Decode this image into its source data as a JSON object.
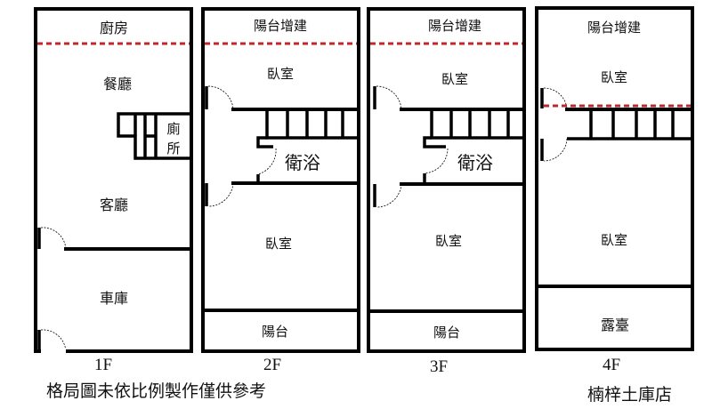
{
  "floors": [
    {
      "label": "1F",
      "rooms": {
        "kitchen": "廚房",
        "dining": "餐廳",
        "toilet_1": "廁",
        "toilet_2": "所",
        "living": "客廳",
        "garage": "車庫"
      }
    },
    {
      "label": "2F",
      "rooms": {
        "balcony_ext": "陽台增建",
        "bedroom_front": "臥室",
        "bath": "衛浴",
        "bedroom_back": "臥室",
        "balcony": "陽台"
      }
    },
    {
      "label": "3F",
      "rooms": {
        "balcony_ext": "陽台增建",
        "bedroom_front": "臥室",
        "bath": "衛浴",
        "bedroom_back": "臥室",
        "balcony": "陽台"
      }
    },
    {
      "label": "4F",
      "rooms": {
        "balcony_ext": "陽台增建",
        "bedroom_front": "臥室",
        "bedroom_back": "臥室",
        "terrace": "露臺"
      }
    }
  ],
  "caption": "格局圖未依比例製作僅供參考",
  "store": "楠梓土庫店",
  "colors": {
    "wall": "#000000",
    "extension_line": "#c0272d"
  }
}
